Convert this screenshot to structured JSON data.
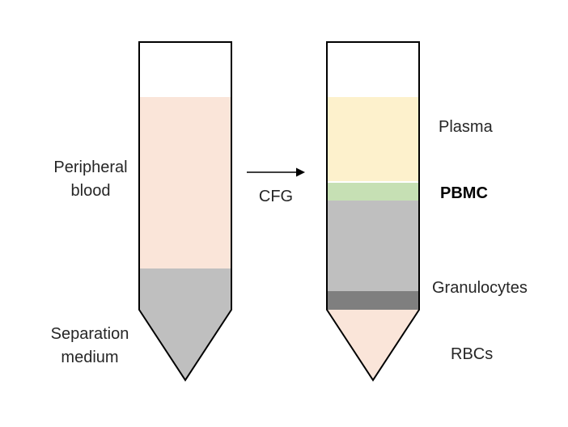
{
  "labels": {
    "peripheral_blood_line1": "Peripheral",
    "peripheral_blood_line2": "blood",
    "separation_medium_line1": "Separation",
    "separation_medium_line2": "medium",
    "arrow_label": "CFG",
    "plasma": "Plasma",
    "pbmc": "PBMC",
    "granulocytes": "Granulocytes",
    "rbcs": "RBCs"
  },
  "colors": {
    "blood": "#fae5d9",
    "separation_medium": "#bfbfbf",
    "plasma": "#fdf1cc",
    "pbmc": "#c6e0b4",
    "granulocyte_band": "#7f7f7f",
    "rbc": "#fae5d9",
    "outline": "#000000"
  },
  "icons": {
    "arrow": "right-arrow-icon"
  }
}
